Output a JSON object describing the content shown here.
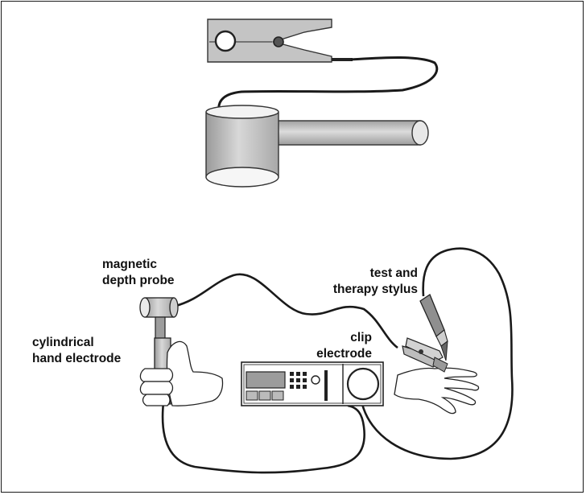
{
  "labels": {
    "magnetic_depth_probe": "magnetic\ndepth probe",
    "test_and_therapy_stylus": "test and\ntherapy stylus",
    "clip_electrode": "clip\nelectrode",
    "cylindrical_hand_electrode": "cylindrical\nhand electrode"
  }
}
